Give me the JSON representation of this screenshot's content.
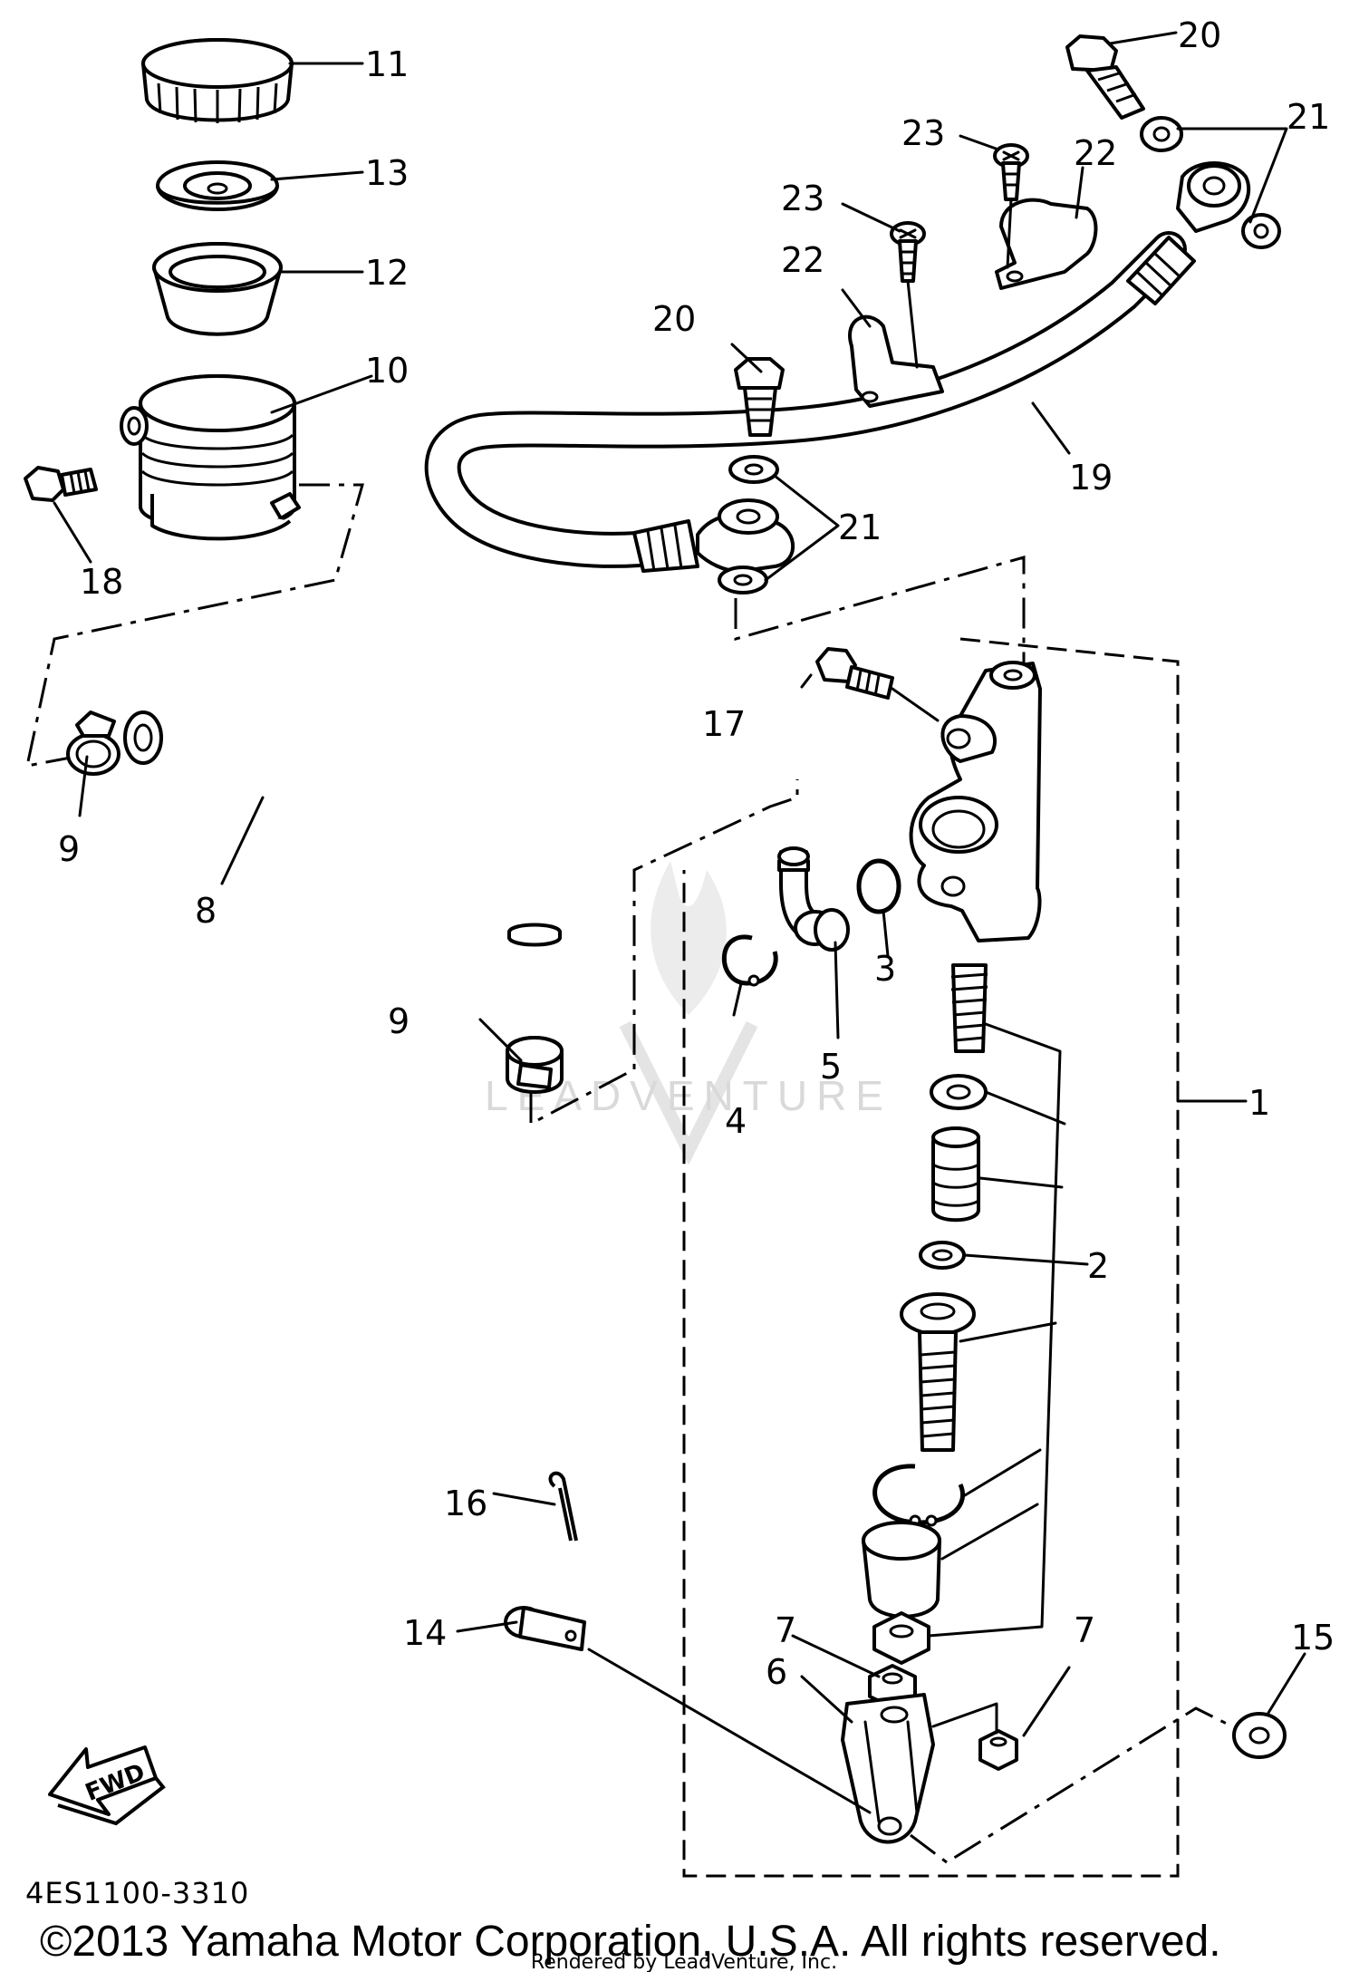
{
  "diagram": {
    "part_labels": {
      "p1": "1",
      "p2": "2",
      "p3": "3",
      "p4": "4",
      "p5": "5",
      "p6": "6",
      "p7a": "7",
      "p7b": "7",
      "p8": "8",
      "p9a": "9",
      "p9b": "9",
      "p10": "10",
      "p11": "11",
      "p12": "12",
      "p13": "13",
      "p14": "14",
      "p15": "15",
      "p16": "16",
      "p17": "17",
      "p18": "18",
      "p19": "19",
      "p20a": "20",
      "p20b": "20",
      "p21a": "21",
      "p21b": "21",
      "p22a": "22",
      "p22b": "22",
      "p23a": "23",
      "p23b": "23"
    },
    "direction_label": "FWD",
    "diagram_code": "4ES1100-3310",
    "watermark": "LEADVENTURE",
    "copyright": "©2013 Yamaha Motor Corporation, U.S.A. All rights reserved.",
    "rendered_by": "Rendered by LeadVenture, Inc."
  }
}
